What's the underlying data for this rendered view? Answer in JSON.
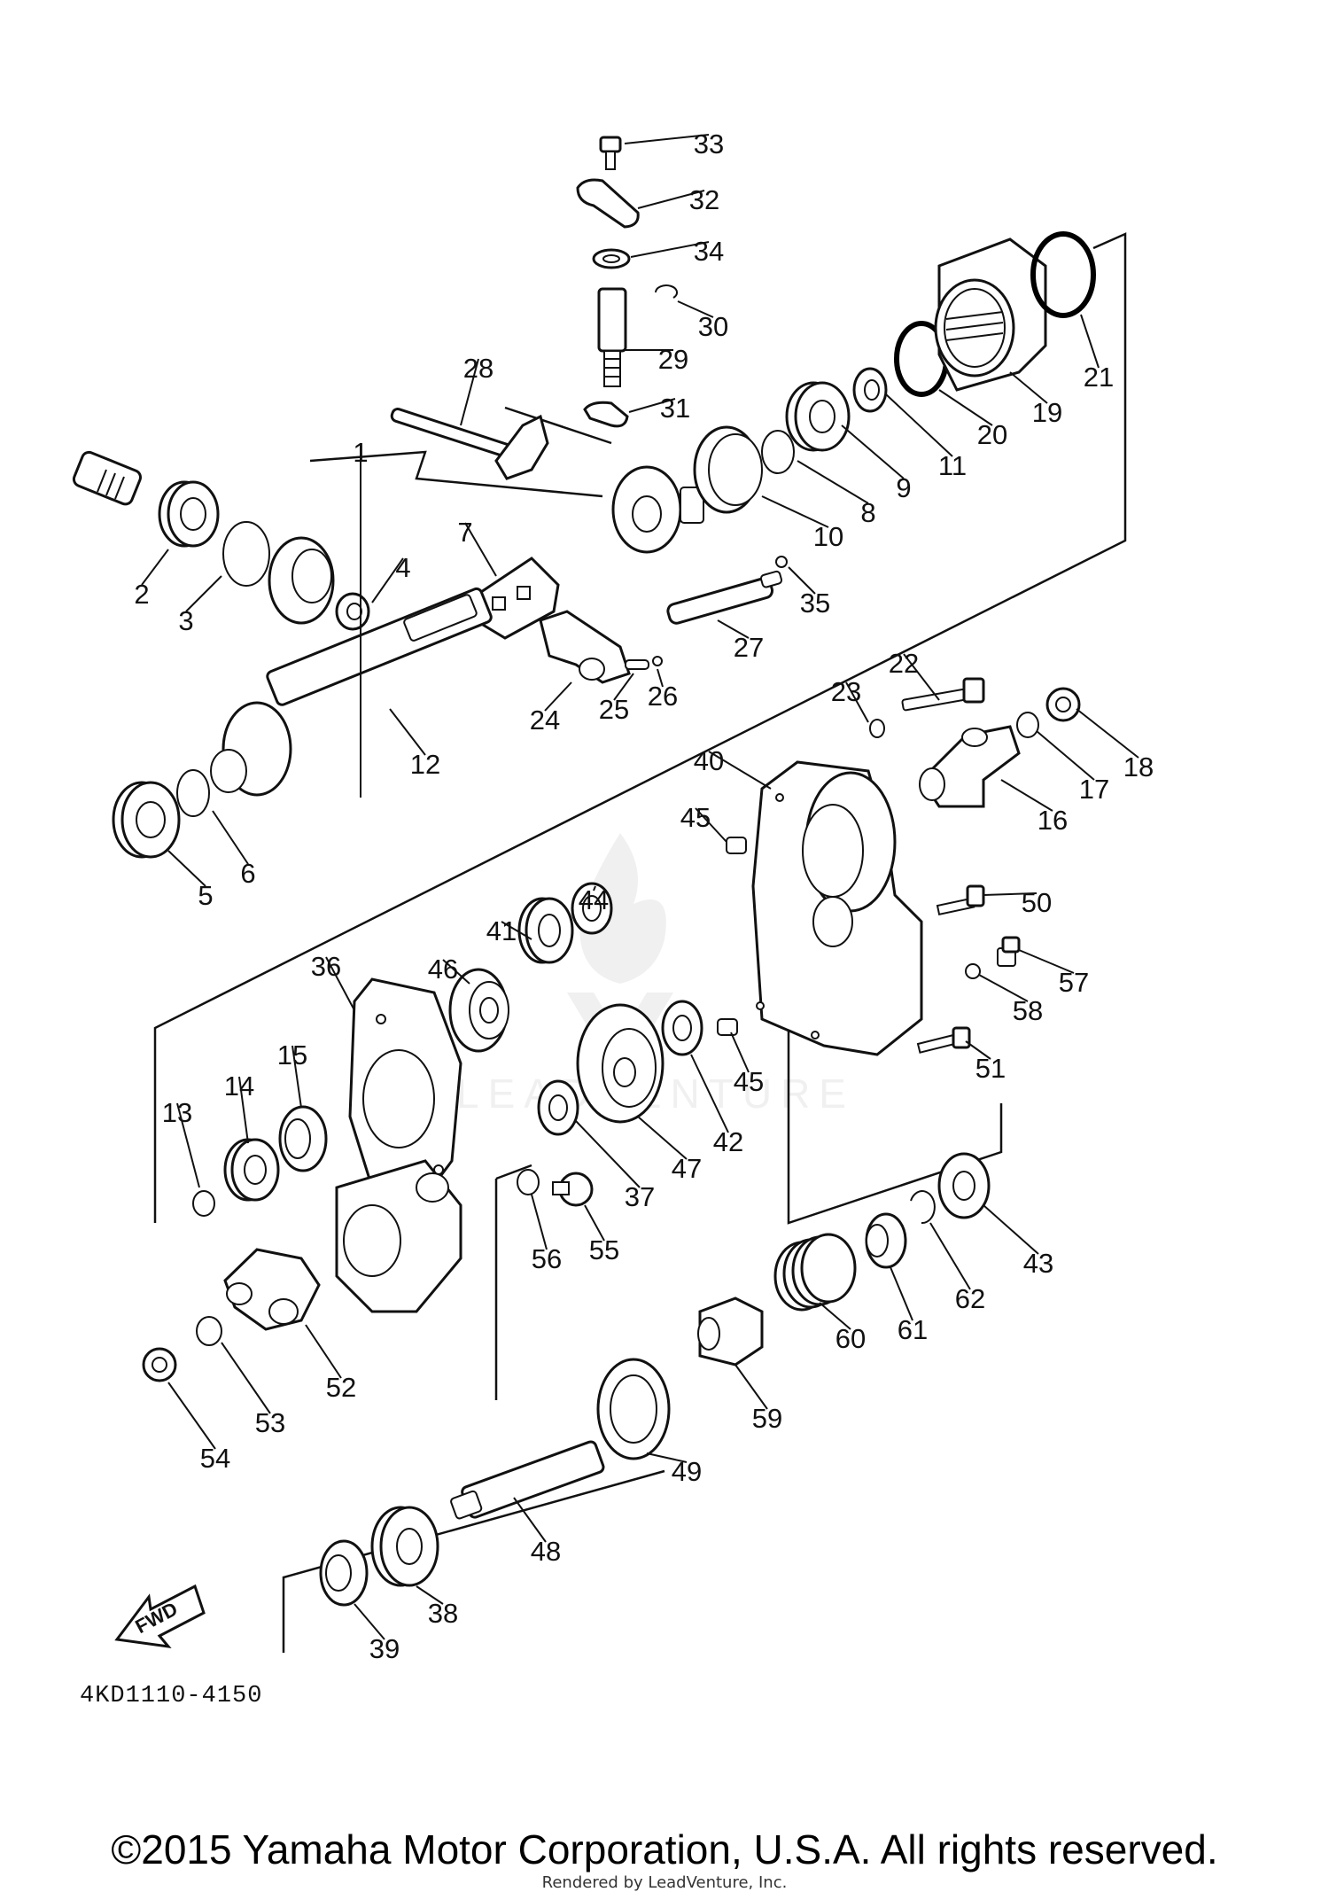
{
  "diagram": {
    "part_code": "4KD1110-4150",
    "direction_label": "FWD",
    "callouts": [
      "1",
      "2",
      "3",
      "4",
      "5",
      "6",
      "7",
      "8",
      "9",
      "10",
      "11",
      "12",
      "13",
      "14",
      "15",
      "16",
      "17",
      "18",
      "19",
      "20",
      "21",
      "22",
      "23",
      "24",
      "25",
      "26",
      "27",
      "28",
      "29",
      "30",
      "31",
      "32",
      "33",
      "34",
      "35",
      "36",
      "37",
      "38",
      "39",
      "40",
      "41",
      "42",
      "43",
      "44",
      "45",
      "45",
      "46",
      "47",
      "48",
      "49",
      "50",
      "51",
      "52",
      "53",
      "54",
      "55",
      "56",
      "57",
      "58",
      "59",
      "60",
      "61",
      "62"
    ]
  },
  "footer": {
    "copyright": "©2015 Yamaha Motor Corporation, U.S.A. All rights reserved.",
    "rendered_by": "Rendered by LeadVenture, Inc."
  },
  "watermark": {
    "text": "LEADVENTURE"
  }
}
